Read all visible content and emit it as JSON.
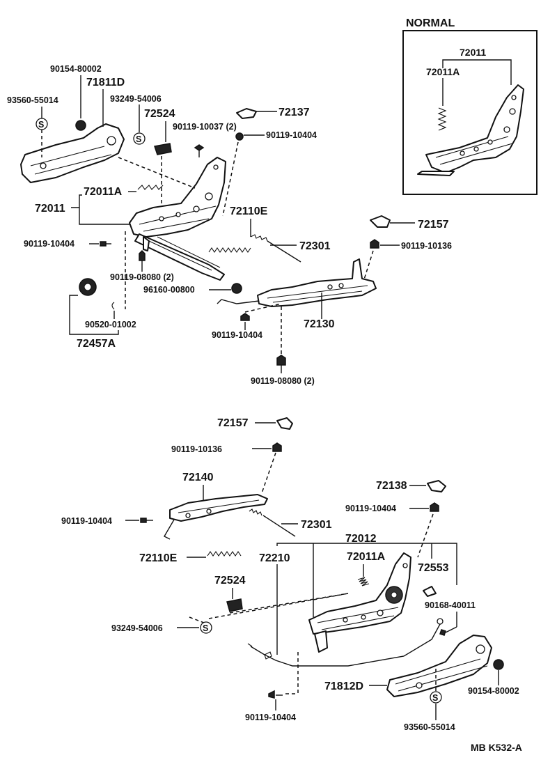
{
  "inset": {
    "title": "NORMAL",
    "labels": [
      "72011",
      "72011A"
    ]
  },
  "labels": {
    "p90154_80002_a": "90154-80002",
    "p71811D": "71811D",
    "p93560_55014_a": "93560-55014",
    "p93249_54006_a": "93249-54006",
    "p72524_a": "72524",
    "p72137": "72137",
    "p90119_10037": "90119-10037 (2)",
    "p90119_10404_a": "90119-10404",
    "p72011A": "72011A",
    "p72011": "72011",
    "p72110E_a": "72110E",
    "p72157_a": "72157",
    "p90119_10404_b": "90119-10404",
    "p72301_a": "72301",
    "p90119_10136_a": "90119-10136",
    "p90119_08080_a": "90119-08080 (2)",
    "p96160_00800": "96160-00800",
    "p90520_01002": "90520-01002",
    "p72457A": "72457A",
    "p72130": "72130",
    "p90119_10404_c": "90119-10404",
    "p90119_08080_b": "90119-08080 (2)",
    "p72157_b": "72157",
    "p90119_10136_b": "90119-10136",
    "p72140": "72140",
    "p72138": "72138",
    "p90119_10404_d": "90119-10404",
    "p90119_10404_e": "90119-10404",
    "p72301_b": "72301",
    "p72012": "72012",
    "p72110E_b": "72110E",
    "p72210": "72210",
    "p72011A_b": "72011A",
    "p72553": "72553",
    "p72524_b": "72524",
    "p90168_40011": "90168-40011",
    "p93249_54006_b": "93249-54006",
    "p71812D": "71812D",
    "p90154_80002_b": "90154-80002",
    "p90119_10404_f": "90119-10404",
    "p93560_55014_b": "93560-55014"
  },
  "s_mark": "S",
  "footer": "MB  K532-A"
}
